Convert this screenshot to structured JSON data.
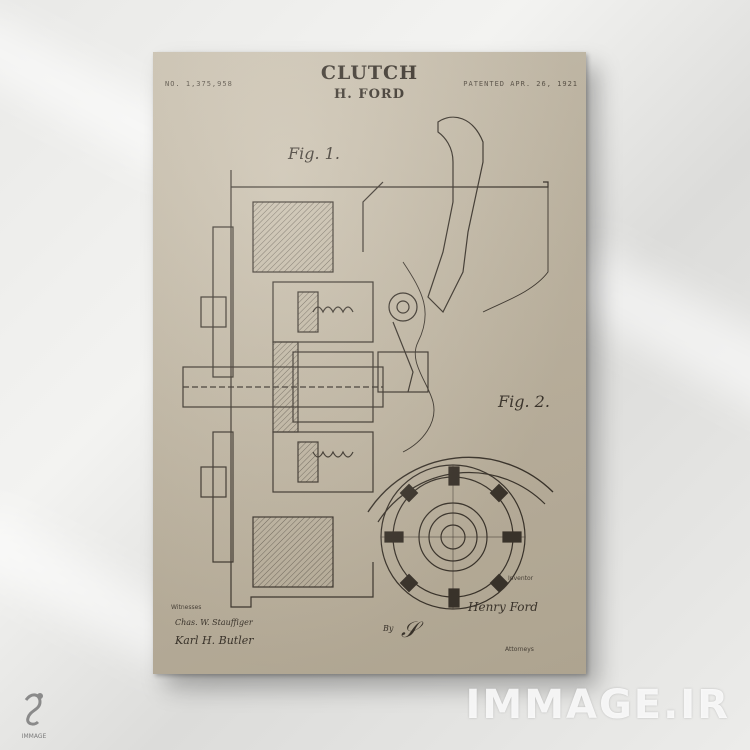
{
  "patent": {
    "title": "CLUTCH",
    "inventor": "H. FORD",
    "number": "NO. 1,375,958",
    "date": "PATENTED APR. 26, 1921"
  },
  "figures": {
    "fig1": "Fig. 1.",
    "fig2": "Fig. 2."
  },
  "signatures": {
    "inventor_label": "Inventor",
    "inventor_name": "Henry Ford",
    "by": "By",
    "attorneys": "Attorneys",
    "witnesses": "Witnesses",
    "witness1": "Chas. W. Stauffiger",
    "witness2": "Karl H. Butler"
  },
  "watermark": {
    "text": "IMMAGE.IR",
    "logo_caption": "IMMAGE"
  },
  "colors": {
    "paper": "#c4baa6",
    "ink": "#3c352c",
    "wall": "#ebebe9"
  }
}
